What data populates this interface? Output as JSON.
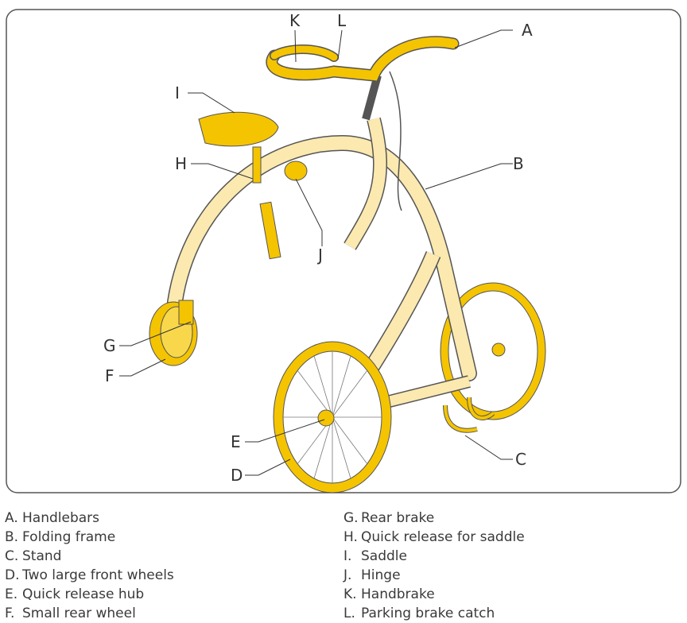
{
  "colors": {
    "accent": "#f5c400",
    "frame": "#fbe9b0",
    "outline": "#555555"
  },
  "labels": [
    "A",
    "B",
    "C",
    "D",
    "E",
    "F",
    "G",
    "H",
    "I",
    "J",
    "K",
    "L"
  ],
  "legend_left": [
    {
      "key": "A.",
      "text": "Handlebars"
    },
    {
      "key": "B.",
      "text": "Folding frame"
    },
    {
      "key": "C.",
      "text": "Stand"
    },
    {
      "key": "D.",
      "text": "Two large front wheels"
    },
    {
      "key": "E.",
      "text": "Quick release hub"
    },
    {
      "key": "F.",
      "text": "Small rear wheel"
    }
  ],
  "legend_right": [
    {
      "key": "G.",
      "text": "Rear brake"
    },
    {
      "key": "H.",
      "text": "Quick release for saddle"
    },
    {
      "key": "I.",
      "text": "Saddle"
    },
    {
      "key": "J.",
      "text": "Hinge"
    },
    {
      "key": "K.",
      "text": "Handbrake"
    },
    {
      "key": "L.",
      "text": "Parking brake catch"
    }
  ]
}
